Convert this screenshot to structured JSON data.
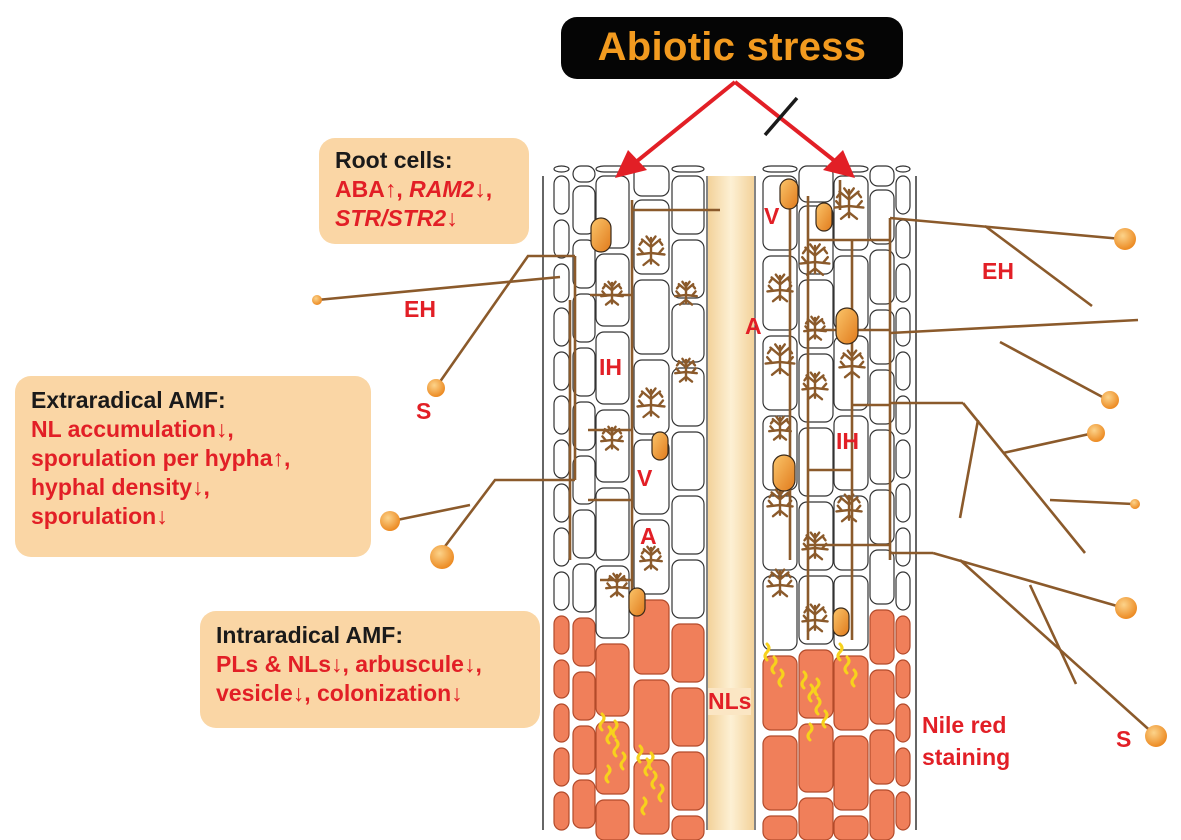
{
  "title": "Abiotic stress",
  "root_cells": {
    "heading": "Root cells:",
    "lines": [
      "ABA↑, ",
      "RAM2",
      "↓,",
      "STR/STR2",
      "↓"
    ]
  },
  "extraradical": {
    "heading": "Extraradical AMF:",
    "lines": [
      "NL accumulation↓,",
      "sporulation per hypha↑,",
      "hyphal density↓,",
      "sporulation↓"
    ]
  },
  "intraradical": {
    "heading": "Intraradical AMF:",
    "lines": [
      "PLs & NLs↓, arbuscule↓,",
      "vesicle↓, colonization↓"
    ]
  },
  "labels": {
    "eh_left": "EH",
    "eh_right": "EH",
    "s_left": "S",
    "s_right": "S",
    "ih_left": "IH",
    "ih_right": "IH",
    "v_left": "V",
    "v_right": "V",
    "a_left": "A",
    "a_right": "A",
    "nls": "NLs",
    "nile_red_1": "Nile red",
    "nile_red_2": "staining"
  },
  "colors": {
    "label_red": "#e21f26",
    "title_orange": "#f29a1f",
    "box_fill": "#fad6a5",
    "hypha": "#8b5a2b",
    "stained_cell": "#f07f5a",
    "stele": "#f7ddb0",
    "vesicle": "#f0a030"
  }
}
